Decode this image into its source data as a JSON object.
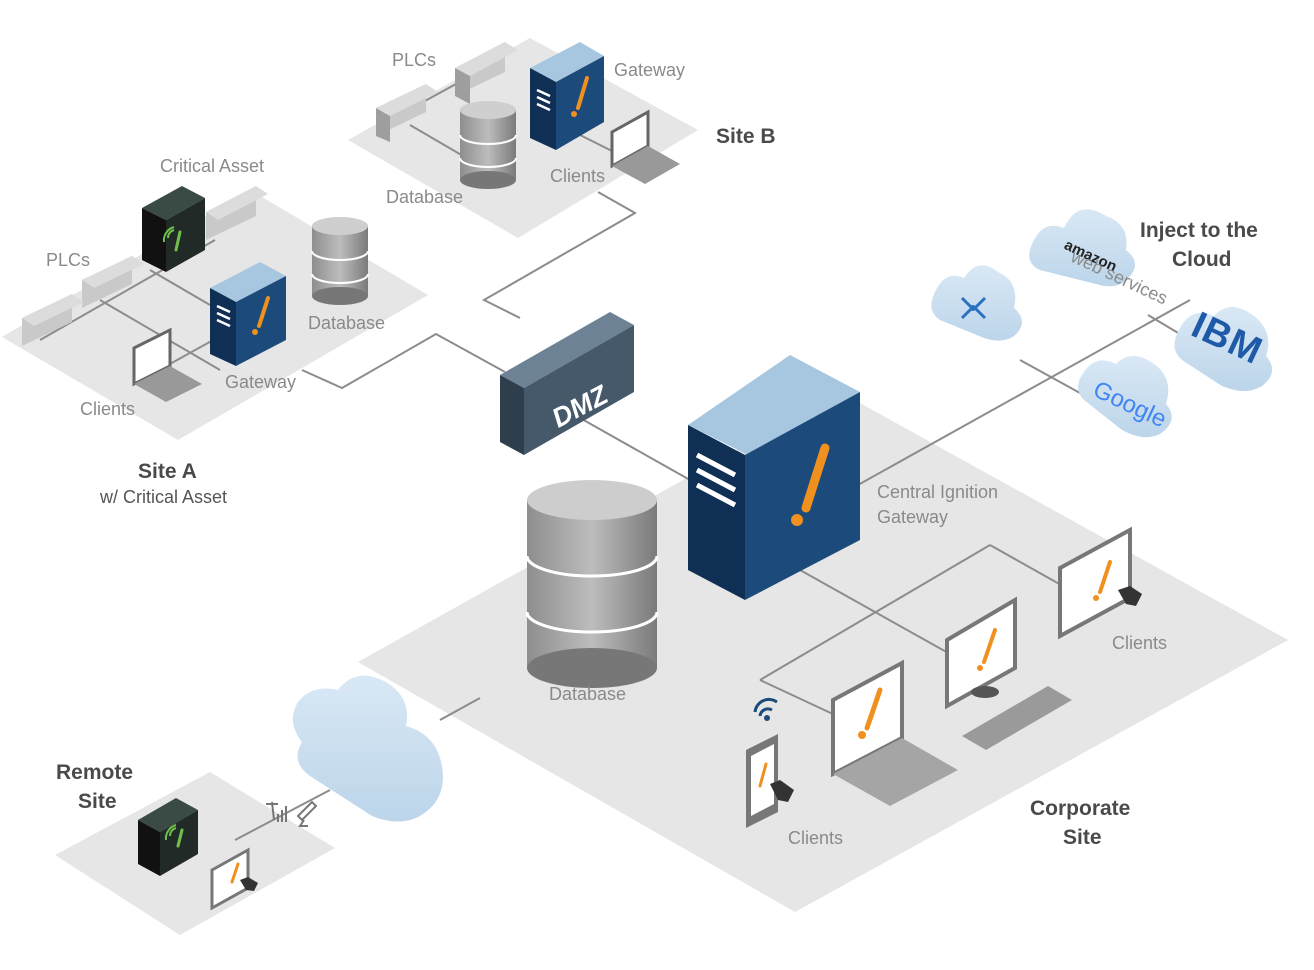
{
  "site_a": {
    "title": "Site A",
    "subtitle": "w/ Critical Asset",
    "critical_asset": "Critical Asset",
    "plcs": "PLCs",
    "database": "Database",
    "gateway": "Gateway",
    "clients": "Clients"
  },
  "site_b": {
    "title": "Site B",
    "plcs": "PLCs",
    "gateway": "Gateway",
    "database": "Database",
    "clients": "Clients"
  },
  "dmz": {
    "label": "DMZ"
  },
  "cloud": {
    "title_line1": "Inject to the",
    "title_line2": "Cloud",
    "ibm": "IBM",
    "google": "Google",
    "amazon": "amazon",
    "amazon_sub": "web services"
  },
  "central": {
    "line1": "Central Ignition",
    "line2": "Gateway",
    "database": "Database"
  },
  "corporate": {
    "title_line1": "Corporate",
    "title_line2": "Site",
    "clients_right": "Clients",
    "clients_bottom": "Clients"
  },
  "remote": {
    "title_line1": "Remote",
    "title_line2": "Site"
  },
  "colors": {
    "platform": "#e6e6e6",
    "server_front": "#1c4a7a",
    "server_top": "#a7c6e0",
    "accent": "#f0901e",
    "dmz_front": "#46596b",
    "line": "#8c8c8c"
  }
}
